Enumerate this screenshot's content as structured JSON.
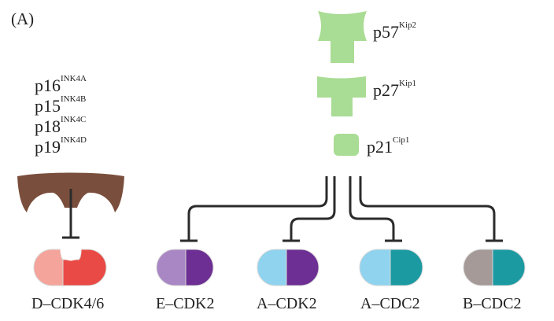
{
  "panel_label": "(A)",
  "ink4": [
    {
      "base": "p16",
      "sup": "INK4A"
    },
    {
      "base": "p15",
      "sup": "INK4B"
    },
    {
      "base": "p18",
      "sup": "INK4C"
    },
    {
      "base": "p19",
      "sup": "INK4D"
    }
  ],
  "cip_kip": [
    {
      "base": "p57",
      "sup": "Kip2"
    },
    {
      "base": "p27",
      "sup": "Kip1"
    },
    {
      "base": "p21",
      "sup": "Cip1"
    }
  ],
  "complexes": [
    {
      "label": "D–CDK4/6",
      "cyclin_color": "#f4a49a",
      "cdk_color": "#e94a45"
    },
    {
      "label": "E–CDK2",
      "cyclin_color": "#a987c4",
      "cdk_color": "#6d2f93"
    },
    {
      "label": "A–CDK2",
      "cyclin_color": "#8fd3ef",
      "cdk_color": "#6d2f93"
    },
    {
      "label": "A–CDC2",
      "cyclin_color": "#8fd3ef",
      "cdk_color": "#1c9aa2"
    },
    {
      "label": "B–CDC2",
      "cyclin_color": "#a59a97",
      "cdk_color": "#1c9aa2"
    }
  ],
  "colors": {
    "inhibitor_green": "#a9dc94",
    "ink4_brown": "#7a4e3c",
    "line": "#2b2b2b"
  }
}
